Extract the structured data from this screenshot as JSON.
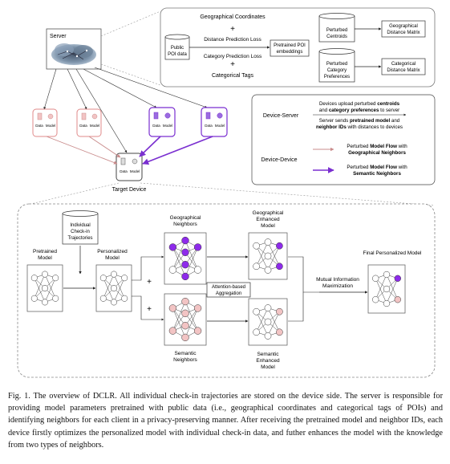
{
  "server": {
    "label": "Server"
  },
  "top_panel": {
    "geo_coords": "Geographical Coordinates",
    "plus": "+",
    "public_poi": [
      "Public",
      "POI data"
    ],
    "dist_loss": "Distance Prediction Loss",
    "cat_loss": "Category Prediction Loss",
    "cat_tags": "Categorical Tags",
    "pretrained_emb": [
      "Pretrained POI",
      "embeddings"
    ],
    "perturbed_centroids": [
      "Perturbed",
      "Centroids"
    ],
    "geo_matrix": [
      "Geographical",
      "Distance Matrix"
    ],
    "perturbed_prefs": [
      "Perturbed",
      "Category",
      "Preferences"
    ],
    "cat_matrix": [
      "Categorical",
      "Distance Matrix"
    ]
  },
  "devices": {
    "data": "Data",
    "model": "Model",
    "target_label": "Target Device"
  },
  "legend": {
    "device_server": "Device-Server",
    "ds_line1_a": "Devices upload perturbed ",
    "ds_line1_b": "centroids",
    "ds_line2_a": "and ",
    "ds_line2_b": "category preferences",
    "ds_line2_c": " to server",
    "ds_line3_a": "Server sends ",
    "ds_line3_b": "pretrained model",
    "ds_line3_c": " and",
    "ds_line4_a": "neighbor IDs",
    "ds_line4_b": " with distances to devices",
    "device_device": "Device-Device",
    "dd1_line1_a": "Perturbed ",
    "dd1_line1_b": "Model Flow",
    "dd1_line1_c": " with",
    "dd1_line2": "Geographical Neighbors",
    "dd2_line1_a": "Perturbed ",
    "dd2_line1_b": "Model Flow",
    "dd2_line1_c": " with",
    "dd2_line2": "Semantic Neighbors"
  },
  "bottom_panel": {
    "individual": [
      "Individual",
      "Check-in",
      "Trajectories"
    ],
    "pretrained": [
      "Pretrained",
      "Model"
    ],
    "personalized": [
      "Personalized",
      "Model"
    ],
    "plus": "+",
    "geo_neighbors": [
      "Geographical",
      "Neighbors"
    ],
    "geo_enhanced": [
      "Geographical",
      "Enhanced",
      "Model"
    ],
    "attention": [
      "Attention-based",
      "Aggregation"
    ],
    "semantic_neighbors": [
      "Semantic",
      "Neighbors"
    ],
    "semantic_enhanced": [
      "Semantic",
      "Enhanced",
      "Model"
    ],
    "mim": [
      "Mutual Information",
      "Maximization"
    ],
    "final": "Final Personalized Model"
  },
  "caption": "Fig. 1.  The overview of DCLR. All individual check-in trajectories are stored on the device side. The server is responsible for providing model parameters pretrained with public data (i.e., geographical coordinates and categorical tags of POIs) and identifying neighbors for each client in a privacy-preserving manner. After receiving the pretrained model and neighbor IDs, each device firstly optimizes the personalized model with individual check-in data, and futher enhances the model with the knowledge from two types of neighbors.",
  "colors": {
    "purple": "#7a2fd0",
    "purple_node": "#8e2bea",
    "pink": "#e08a8a",
    "pink_node": "#f2c4c4",
    "pink_line": "#c98b8b"
  }
}
